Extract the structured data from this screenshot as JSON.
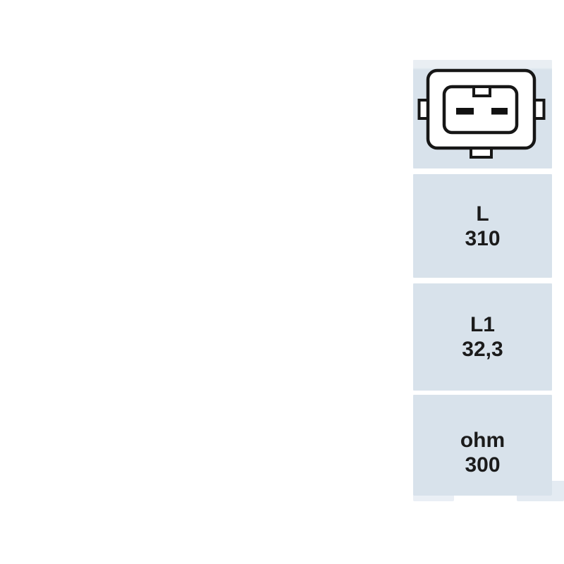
{
  "page": {
    "background": "#ffffff",
    "description_of_visible_content": "cropped product spec table column"
  },
  "spec_table": {
    "connector_row": {
      "icon": "2-pin-oval-connector-pictogram"
    },
    "rows": [
      {
        "label": "L",
        "value": "310"
      },
      {
        "label": "L1",
        "value": "32,3"
      },
      {
        "label": "ohm",
        "value": "300"
      }
    ]
  },
  "colors": {
    "cell_background": "#d8e2eb",
    "cell_background_light": "#e9eef3",
    "artifact_background": "#e4ebf2",
    "drawing_stroke": "#161616",
    "pin_fill": "#111111",
    "text": "#1b1b1b"
  }
}
